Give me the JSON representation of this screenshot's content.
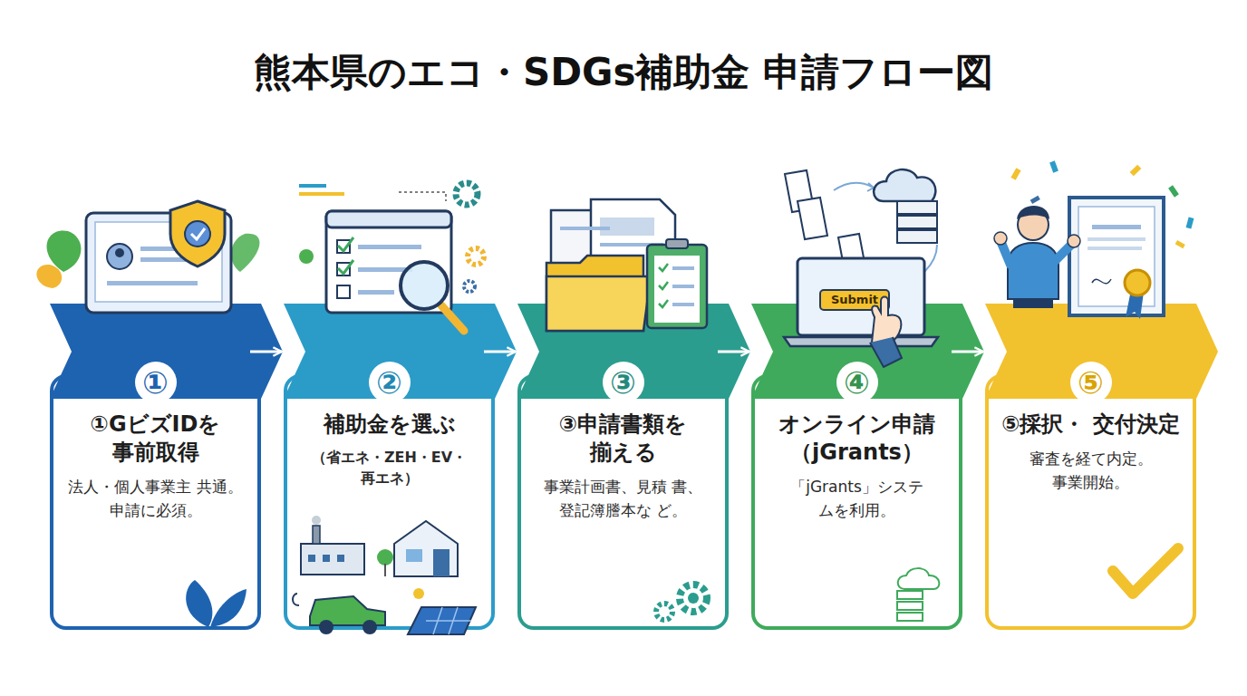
{
  "diagram": {
    "title": "熊本県のエコ・SDGs補助金 申請フロー図",
    "nodes": [
      {
        "text": [
          "①GビズIDを 事前取得",
          "法人・個人事業主 共通。申請に必須。"
        ]
      },
      {
        "text": [
          "①"
        ],
        "in": 0
      },
      {
        "text": [
          "補助金を選ぶ",
          "（省エネ・ZEH・EV・ 再エネ）"
        ]
      },
      {
        "text": [
          "②"
        ],
        "in": 2
      },
      {
        "text": [
          "③申請書類を 揃える",
          "事業計画書、見積 書、登記簿謄本な ど。"
        ]
      },
      {
        "text": [
          "③"
        ],
        "in": 4
      },
      {
        "text": [
          "オンライン申請 （jGrants）",
          "「jGrants」システ ムを利用。"
        ]
      },
      {
        "text": [
          "④"
        ],
        "in": 6
      },
      {
        "text": [
          "⑤採択・ 交付決定",
          "審査を経て内定。 事業開始。"
        ]
      },
      {
        "text": [
          "⑤"
        ],
        "in": 8
      }
    ],
    "edges": [
      {
        "from": 0,
        "to": 2,
        "arrow": "to"
      },
      {
        "from": 2,
        "to": 4,
        "arrow": "to"
      },
      {
        "from": 4,
        "to": 6,
        "arrow": "to"
      },
      {
        "from": 6,
        "to": 8,
        "arrow": "to"
      }
    ],
    "labels": [
      "Submit"
    ]
  }
}
